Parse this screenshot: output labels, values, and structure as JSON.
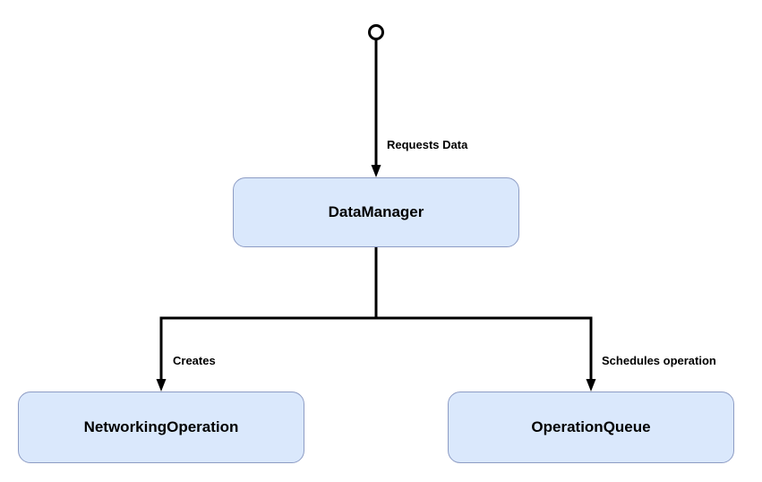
{
  "diagram": {
    "nodes": [
      {
        "id": "datamanager",
        "label": "DataManager"
      },
      {
        "id": "networkingoperation",
        "label": "NetworkingOperation"
      },
      {
        "id": "operationqueue",
        "label": "OperationQueue"
      }
    ],
    "edges": [
      {
        "from": "start-circle",
        "to": "datamanager",
        "label": "Requests Data"
      },
      {
        "from": "datamanager",
        "to": "networkingoperation",
        "label": "Creates"
      },
      {
        "from": "datamanager",
        "to": "operationqueue",
        "label": "Schedules operation"
      }
    ],
    "colors": {
      "node_fill": "#dae8fc",
      "node_border": "#8d9cc4",
      "line": "#000000",
      "text": "#000000",
      "background": "#ffffff"
    }
  }
}
